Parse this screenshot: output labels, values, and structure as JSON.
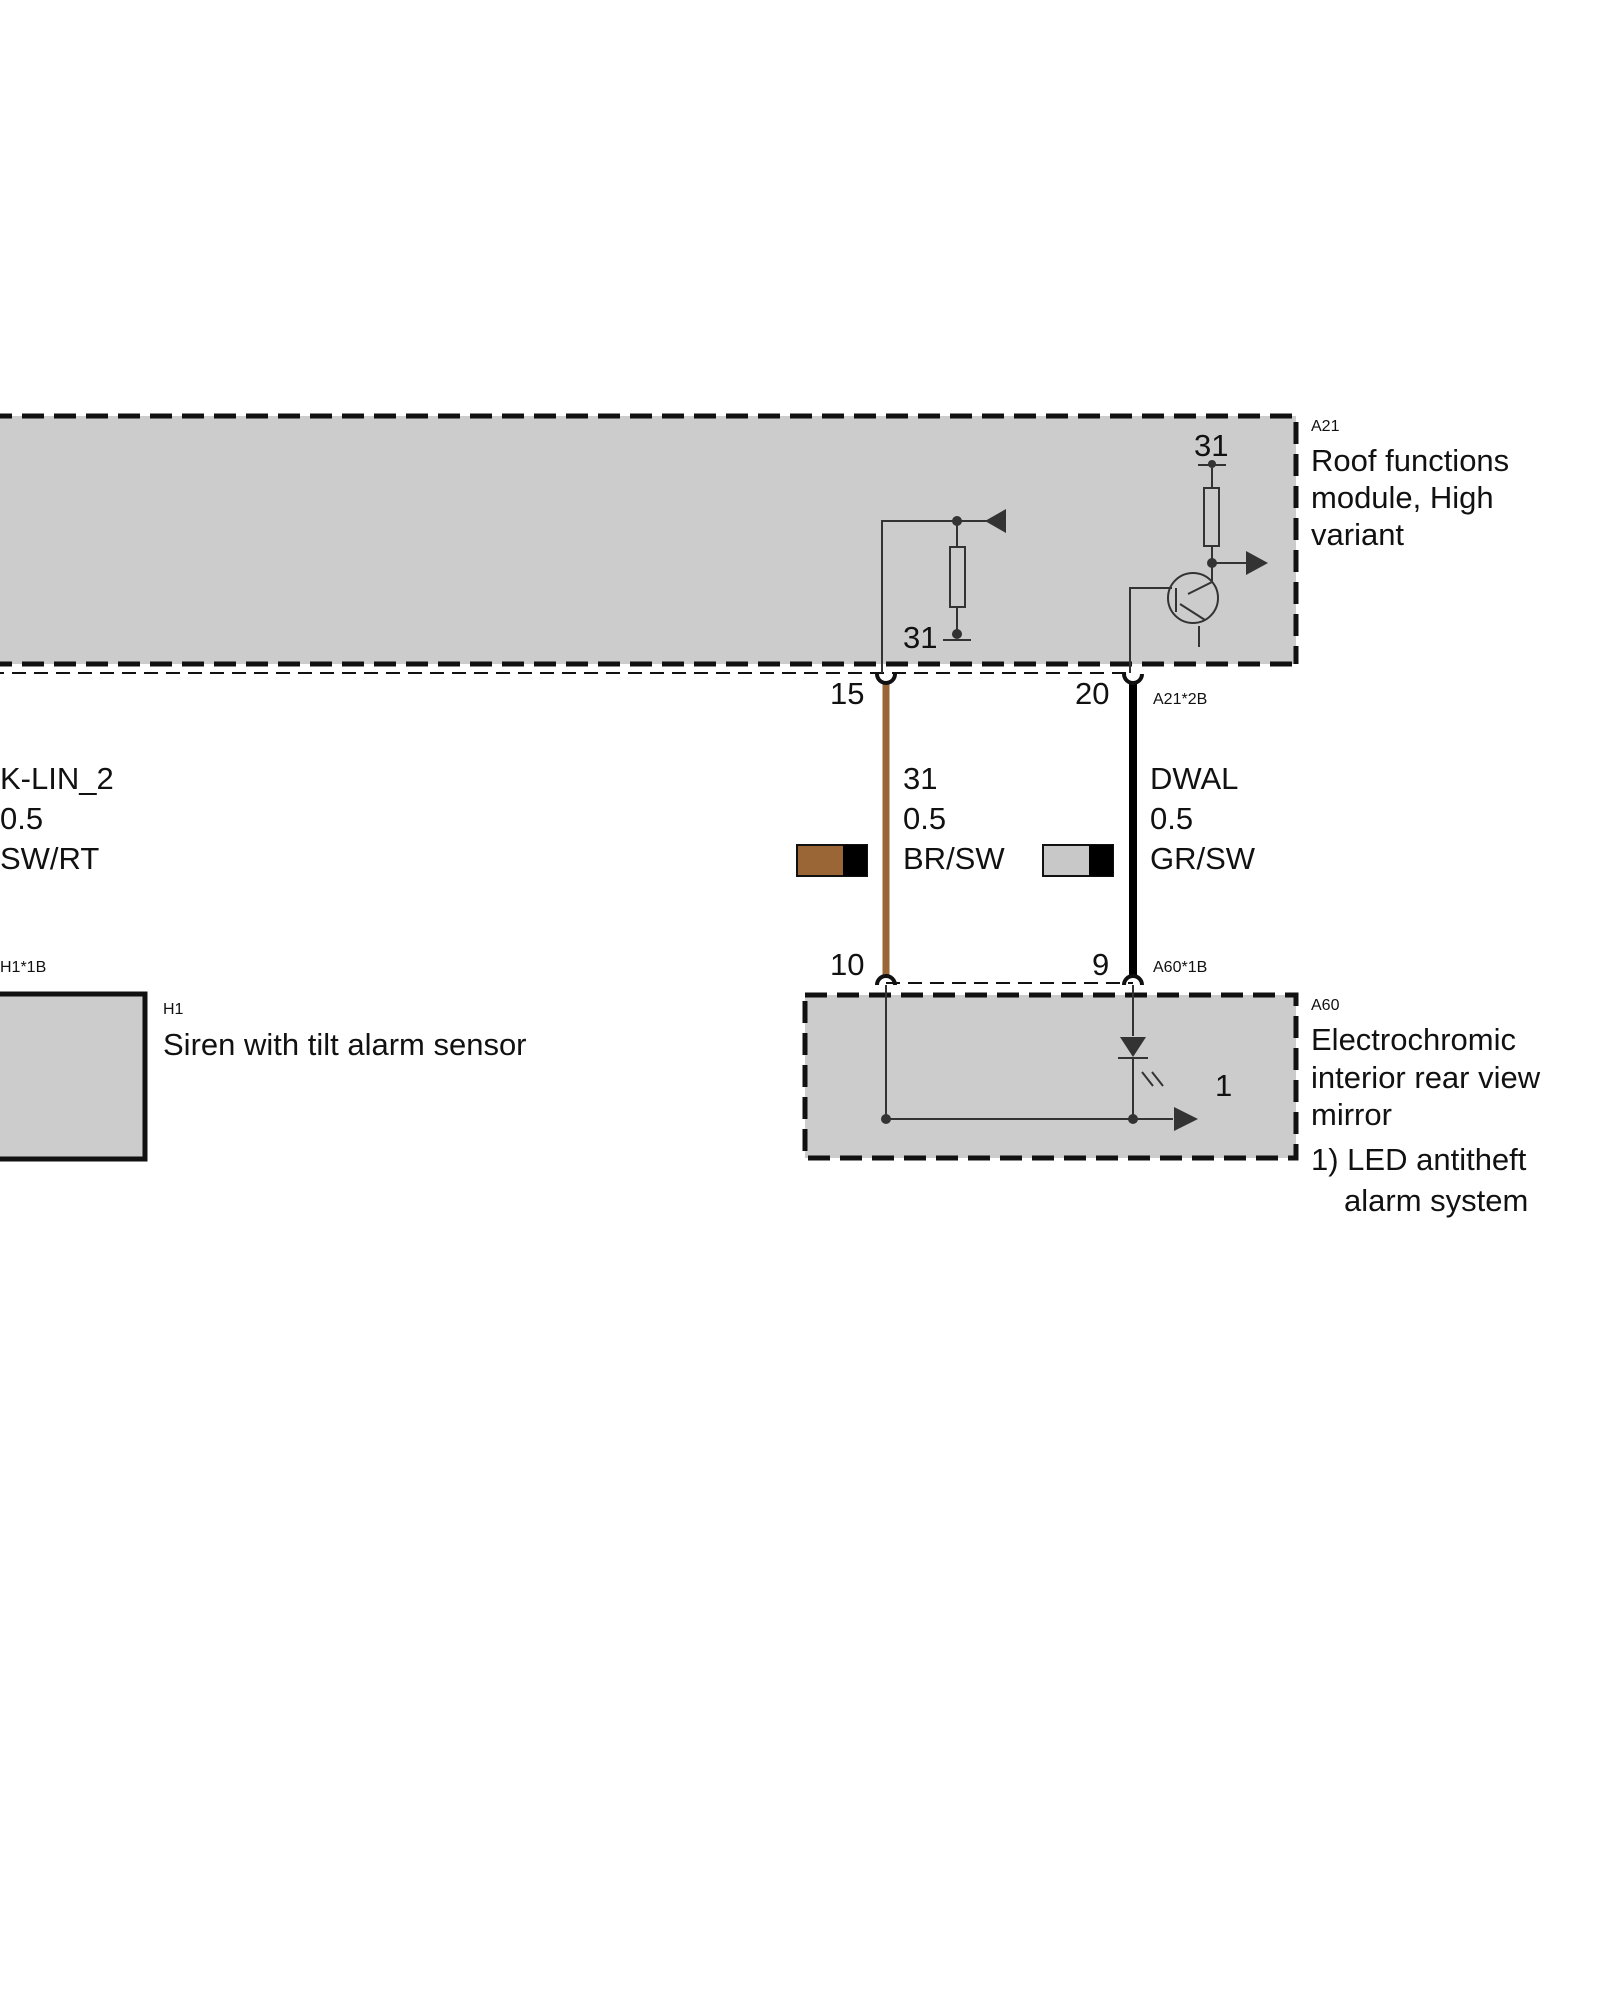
{
  "modules": {
    "a21": {
      "id": "A21",
      "name_lines": [
        "Roof functions",
        "module, High",
        "variant"
      ],
      "connector": "A21*2B",
      "ground_label_top": "31",
      "ground_label_left": "31"
    },
    "a60": {
      "id": "A60",
      "name_lines": [
        "Electrochromic",
        "interior rear view",
        "mirror"
      ],
      "connector": "A60*1B",
      "footnote_marker": "1",
      "footnote_lines": [
        "1) LED antitheft",
        "alarm system"
      ]
    },
    "h1": {
      "id": "H1",
      "name": "Siren with tilt alarm sensor",
      "connector": "H1*1B"
    }
  },
  "wires": [
    {
      "signal": "K-LIN_2",
      "size": "0.5",
      "color_code": "SW/RT"
    },
    {
      "signal": "31",
      "size": "0.5",
      "color_code": "BR/SW",
      "pin_top": "15",
      "pin_bottom": "10",
      "wire_color": "#9b6635",
      "swatch": [
        "#9b6635",
        "#000000"
      ]
    },
    {
      "signal": "DWAL",
      "size": "0.5",
      "color_code": "GR/SW",
      "pin_top": "20",
      "pin_bottom": "9",
      "wire_color": "#000000",
      "swatch": [
        "#c8c8c8",
        "#000000"
      ]
    }
  ],
  "colors": {
    "module_fill": "#cccccc",
    "outline": "#111111",
    "internal_line": "#333333"
  }
}
